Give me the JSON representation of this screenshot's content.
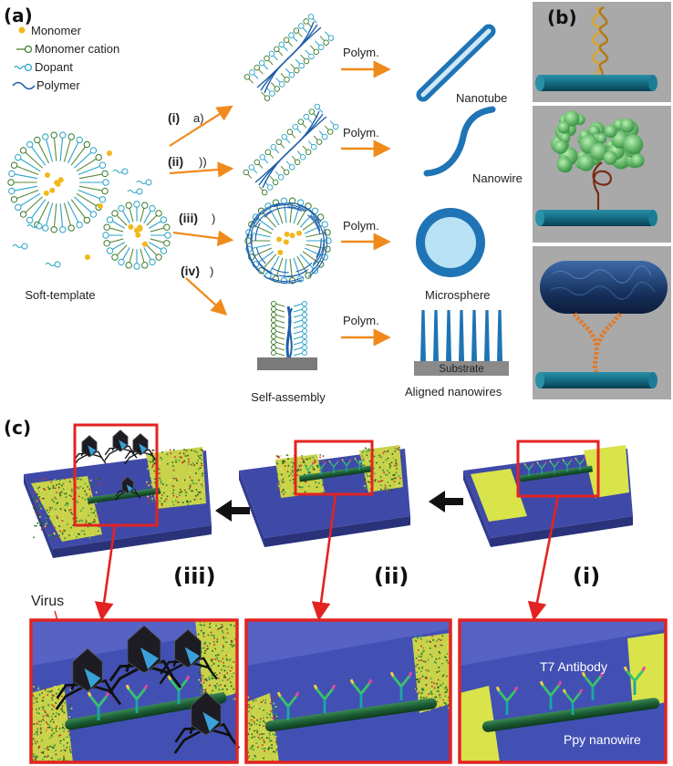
{
  "panel_a": {
    "label": "(a)",
    "legend": [
      {
        "text": "Monomer"
      },
      {
        "text": "Monomer cation"
      },
      {
        "text": "Dopant"
      },
      {
        "text": "Polymer"
      }
    ],
    "routes": [
      {
        "roman": "(i)",
        "sub": "a)",
        "polym": "Polym.",
        "product": "Nanotube"
      },
      {
        "roman": "(ii)",
        "sub": "))",
        "polym": "Polym.",
        "product": "Nanowire"
      },
      {
        "roman": "(iii)",
        "sub": ")",
        "polym": "Polym.",
        "product": "Microsphere"
      },
      {
        "roman": "(iv)",
        "sub": ")",
        "polym": "Polym.",
        "product": "Aligned nanowires"
      }
    ],
    "soft_template_label": "Soft-template",
    "self_assembly_label": "Self-assembly",
    "substrate_label": "Substrate"
  },
  "panel_b": {
    "label": "(b)"
  },
  "panel_c": {
    "label": "(c)",
    "stages": [
      "(iii)",
      "(ii)",
      "(i)"
    ],
    "virus_label": "Virus",
    "antibody_label": "T7 Antibody",
    "nanowire_label": "Ppy nanowire"
  },
  "colors": {
    "accent_orange": "#f08a1c",
    "tube_blue": "#1f74b5",
    "box_red": "#e32322",
    "chip_blue": "#3f4aa8",
    "electrode_yellow": "#d9e34a",
    "bg_gray": "#a9a9a9"
  }
}
